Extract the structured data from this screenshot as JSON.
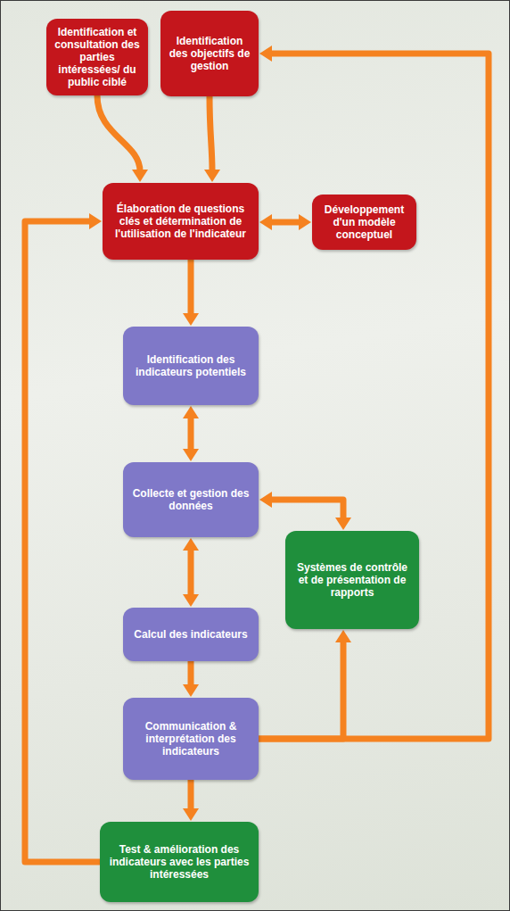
{
  "diagram": {
    "nodes": [
      {
        "text": [
          "Identification et consultation des parties intéressées/ du public ciblé"
        ]
      },
      {
        "text": [
          "Identification des objectifs de gestion"
        ]
      },
      {
        "text": [
          "Élaboration de questions clés et détermination de l'utilisation de l'indicateur"
        ]
      },
      {
        "text": [
          "Développement d'un modèle conceptuel"
        ]
      },
      {
        "text": [
          "Identification des indicateurs potentiels"
        ]
      },
      {
        "text": [
          "Collecte et gestion des données"
        ]
      },
      {
        "text": [
          "Calcul des indicateurs"
        ]
      },
      {
        "text": [
          "Systèmes de contrôle et de présentation de rapports"
        ]
      },
      {
        "text": [
          "Communication & interprétation des indicateurs"
        ]
      },
      {
        "text": [
          "Test & amélioration des indicateurs avec les parties intéressées"
        ]
      }
    ],
    "edges": [
      {
        "from": 0,
        "to": 2,
        "arrow": "to"
      },
      {
        "from": 1,
        "to": 2,
        "arrow": "to"
      },
      {
        "from": 2,
        "to": 3,
        "arrow": "both"
      },
      {
        "from": 2,
        "to": 4,
        "arrow": "to"
      },
      {
        "from": 4,
        "to": 5,
        "arrow": "both"
      },
      {
        "from": 5,
        "to": 6,
        "arrow": "both"
      },
      {
        "from": 5,
        "to": 7,
        "arrow": "both"
      },
      {
        "from": 6,
        "to": 8,
        "arrow": "to"
      },
      {
        "from": 8,
        "to": 7,
        "arrow": "to"
      },
      {
        "from": 8,
        "to": 1,
        "arrow": "to"
      },
      {
        "from": 8,
        "to": 9,
        "arrow": "to"
      },
      {
        "from": 9,
        "to": 2,
        "arrow": "to"
      }
    ]
  }
}
